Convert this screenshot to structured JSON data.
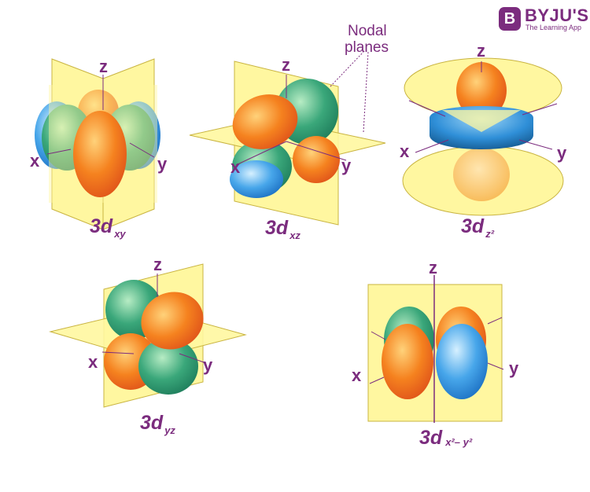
{
  "brand": {
    "name": "BYJU'S",
    "tagline": "The Learning App",
    "mark": "B",
    "color": "#7b2c7e"
  },
  "callout": {
    "line1": "Nodal",
    "line2": "planes"
  },
  "orbitals": [
    {
      "id": "dxy",
      "prefix": "3",
      "letter": "d",
      "subscript": "xy",
      "axes": {
        "z": "z",
        "x": "x",
        "y": "y"
      }
    },
    {
      "id": "dxz",
      "prefix": "3",
      "letter": "d",
      "subscript": "xz",
      "axes": {
        "z": "z",
        "x": "x",
        "y": "y"
      }
    },
    {
      "id": "dz2",
      "prefix": "3",
      "letter": "d",
      "subscript": "z²",
      "axes": {
        "z": "z",
        "x": "x",
        "y": "y"
      }
    },
    {
      "id": "dyz",
      "prefix": "3",
      "letter": "d",
      "subscript": "yz",
      "axes": {
        "z": "z",
        "x": "x",
        "y": "y"
      }
    },
    {
      "id": "dx2y2",
      "prefix": "3",
      "letter": "d",
      "subscript": "x²– y²",
      "axes": {
        "z": "z",
        "x": "x",
        "y": "y"
      }
    }
  ],
  "colors": {
    "plane": "#fff7a0",
    "plane_edge": "#c9b441",
    "orange_lobe": "#f26b1f",
    "green_lobe": "#2f9a6e",
    "blue_lobe": "#2f8fd8",
    "label": "#7b2c7e"
  }
}
